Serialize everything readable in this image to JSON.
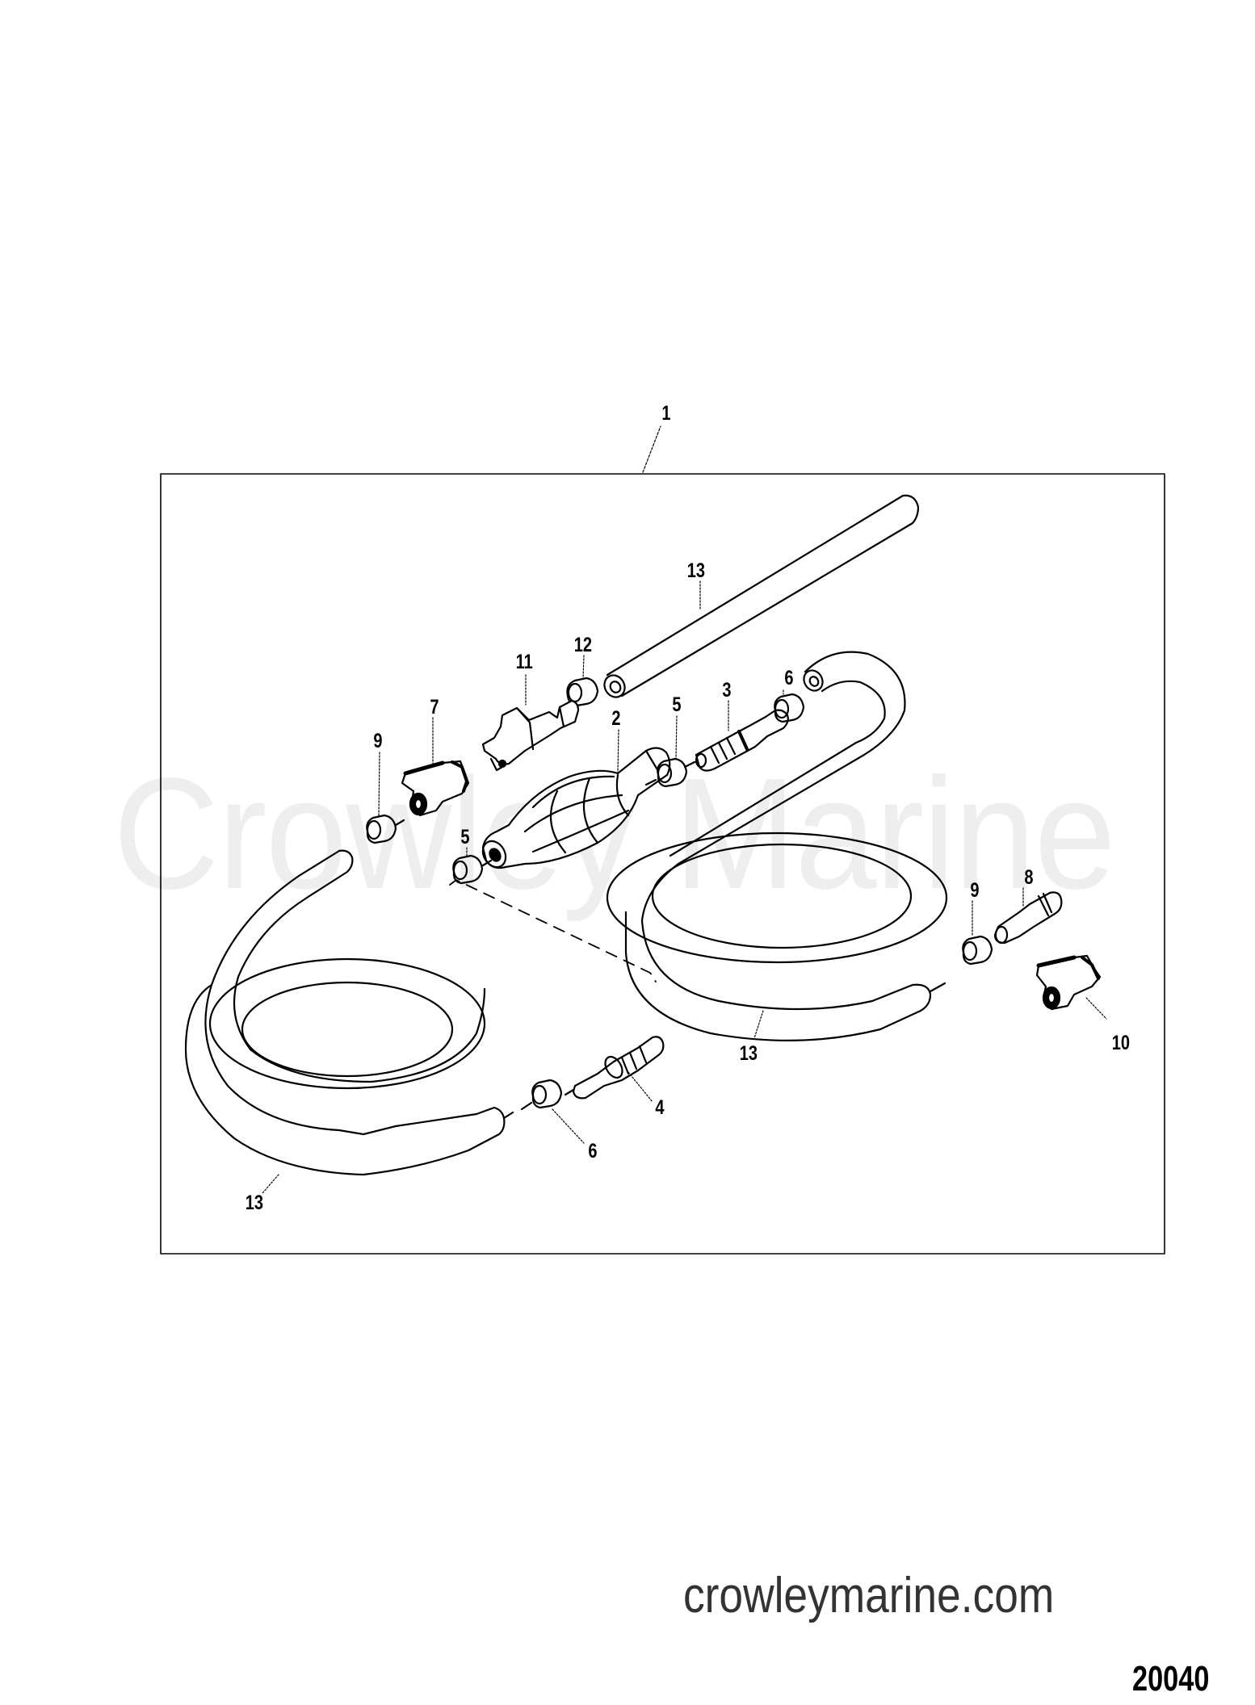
{
  "diagram": {
    "type": "exploded parts diagram",
    "subject": "fuel line assembly with primer bulb",
    "watermark": "Crowley Marine",
    "site_url": "crowleymarine.com",
    "drawing_number": "20040",
    "colors": {
      "line": "#000000",
      "watermark": "#eeeeee",
      "url_text": "#333333",
      "background": "#ffffff"
    }
  },
  "callouts": [
    {
      "id": "c1",
      "label": "1",
      "part": "fuel line assembly (kit box)"
    },
    {
      "id": "c2",
      "label": "2",
      "part": "primer bulb"
    },
    {
      "id": "c3",
      "label": "3",
      "part": "hose fitting"
    },
    {
      "id": "c4",
      "label": "4",
      "part": "hose fitting"
    },
    {
      "id": "c5a",
      "label": "5",
      "part": "clamp"
    },
    {
      "id": "c5b",
      "label": "5",
      "part": "clamp"
    },
    {
      "id": "c6a",
      "label": "6",
      "part": "clamp"
    },
    {
      "id": "c6b",
      "label": "6",
      "part": "clamp"
    },
    {
      "id": "c7",
      "label": "7",
      "part": "connector"
    },
    {
      "id": "c8",
      "label": "8",
      "part": "fitting"
    },
    {
      "id": "c9a",
      "label": "9",
      "part": "clamp"
    },
    {
      "id": "c9b",
      "label": "9",
      "part": "clamp"
    },
    {
      "id": "c10",
      "label": "10",
      "part": "connector"
    },
    {
      "id": "c11",
      "label": "11",
      "part": "fuel tank connector"
    },
    {
      "id": "c12",
      "label": "12",
      "part": "clamp"
    },
    {
      "id": "c13a",
      "label": "13",
      "part": "fuel hose (straight)"
    },
    {
      "id": "c13b",
      "label": "13",
      "part": "fuel hose (coiled, right)"
    },
    {
      "id": "c13c",
      "label": "13",
      "part": "fuel hose (coiled, left)"
    }
  ]
}
